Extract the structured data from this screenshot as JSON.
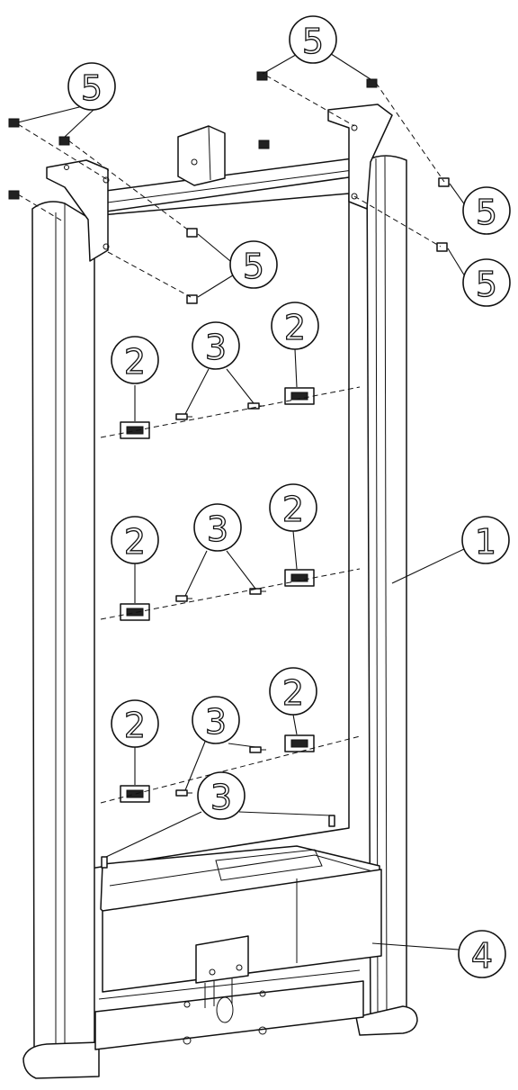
{
  "diagram": {
    "labels": {
      "frame": "1",
      "clip": "2",
      "screw": "3",
      "tray": "4",
      "nut": "5"
    }
  }
}
